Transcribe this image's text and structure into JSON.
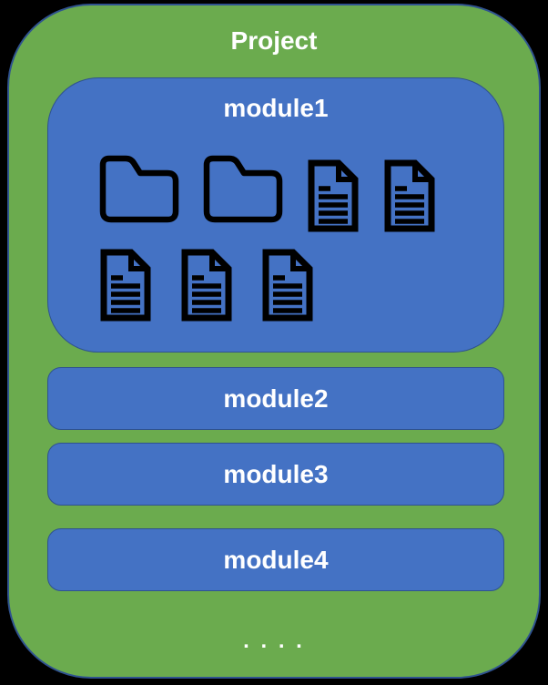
{
  "project": {
    "title": "Project",
    "module1": {
      "label": "module1",
      "icon_rows": [
        [
          "folder",
          "folder",
          "document",
          "document"
        ],
        [
          "document",
          "document",
          "document"
        ]
      ]
    },
    "other_modules": [
      {
        "label": "module2"
      },
      {
        "label": "module3"
      },
      {
        "label": "module4"
      }
    ],
    "ellipsis": ". . . .",
    "colors": {
      "background": "#000000",
      "project_fill": "#6bab4e",
      "module_fill": "#4472c4",
      "outline": "#2f528f",
      "text": "#ffffff",
      "icon": "#000000"
    }
  }
}
